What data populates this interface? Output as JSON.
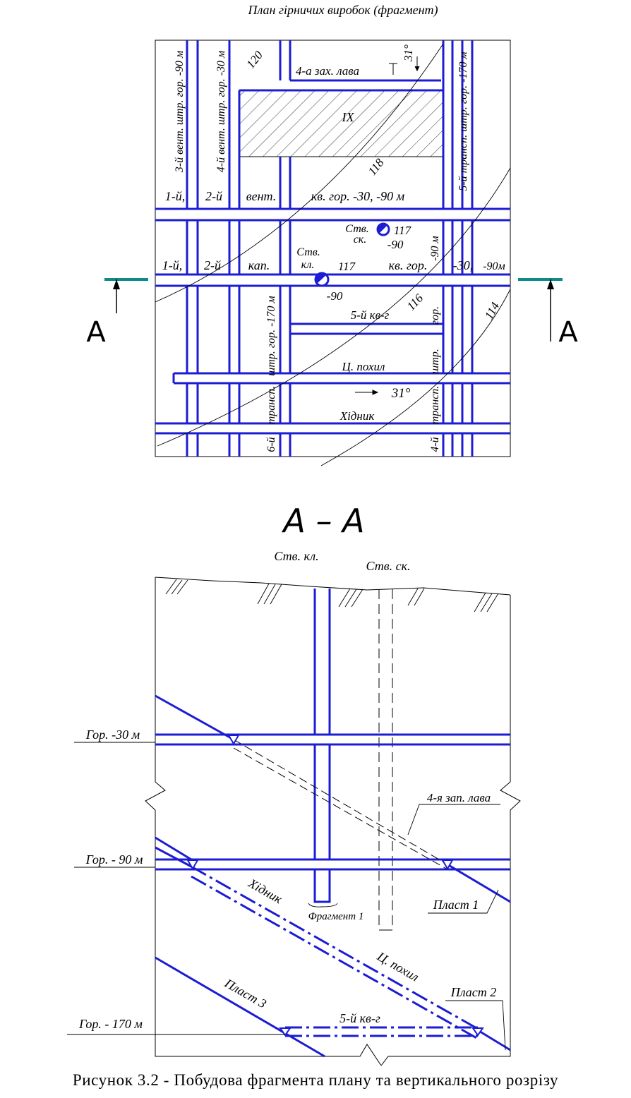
{
  "plan": {
    "title": "План гірничих виробок (фрагмент)",
    "block_label": "IX",
    "top_drift_label": "4-а зах. лава",
    "dip_top": "31°",
    "dip_bottom": "31°",
    "row1": [
      "1-й,",
      "2-й",
      "вент.",
      "кв. гор. -30, -90 м"
    ],
    "row2": [
      "1-й,",
      "2-й",
      "кап.",
      "кв. гор.",
      "-30,",
      "-90м"
    ],
    "shaft_skip": {
      "line1": "Ств.",
      "line2": "ск.",
      "z": "117",
      "h": "-90"
    },
    "shaft_cage": {
      "line1": "Ств.",
      "line2": "кл.",
      "z": "117",
      "h": "-90"
    },
    "contours": [
      "120",
      "118",
      "116",
      "114"
    ],
    "kv5": "5-й кв-г",
    "incline": "Ц. похил",
    "khidnyk": "Хідник",
    "vert_left1": "3-й вент. штр. гор. -90 м",
    "vert_left2": "4-й вент. штр. гор. -30 м",
    "vert_right": "5-й трансп. штр. гор. -170 м",
    "vert_mid_upper": "штр. гор. -170 м",
    "vert_mid_lower": [
      "6-й",
      "трансп."
    ],
    "vert_r_upper": [
      "-90 м",
      "гор.",
      "штр."
    ],
    "vert_r_lower": [
      "4-й",
      "трансп."
    ]
  },
  "section_marker": "A",
  "section": {
    "title": "А – А",
    "shaft_cage": "Ств. кл.",
    "shaft_skip": "Ств. ск.",
    "levels": [
      "Гор. -30 м",
      "Гор. - 90 м",
      "Гор. - 170 м"
    ],
    "lava4": "4-я зап. лава",
    "fragment": "Фрагмент 1",
    "seams": [
      "Пласт 1",
      "Пласт 2",
      "Пласт 3"
    ],
    "khidnyk": "Хідник",
    "incline": "Ц. похил",
    "kv5": "5-й кв-г"
  },
  "caption": "Рисунок 3.2 - Побудова фрагмента плану та вертикального розрізу",
  "colors": {
    "workings": "#1c1cd4",
    "marker": "#0e8a8a",
    "ink": "#000000"
  }
}
